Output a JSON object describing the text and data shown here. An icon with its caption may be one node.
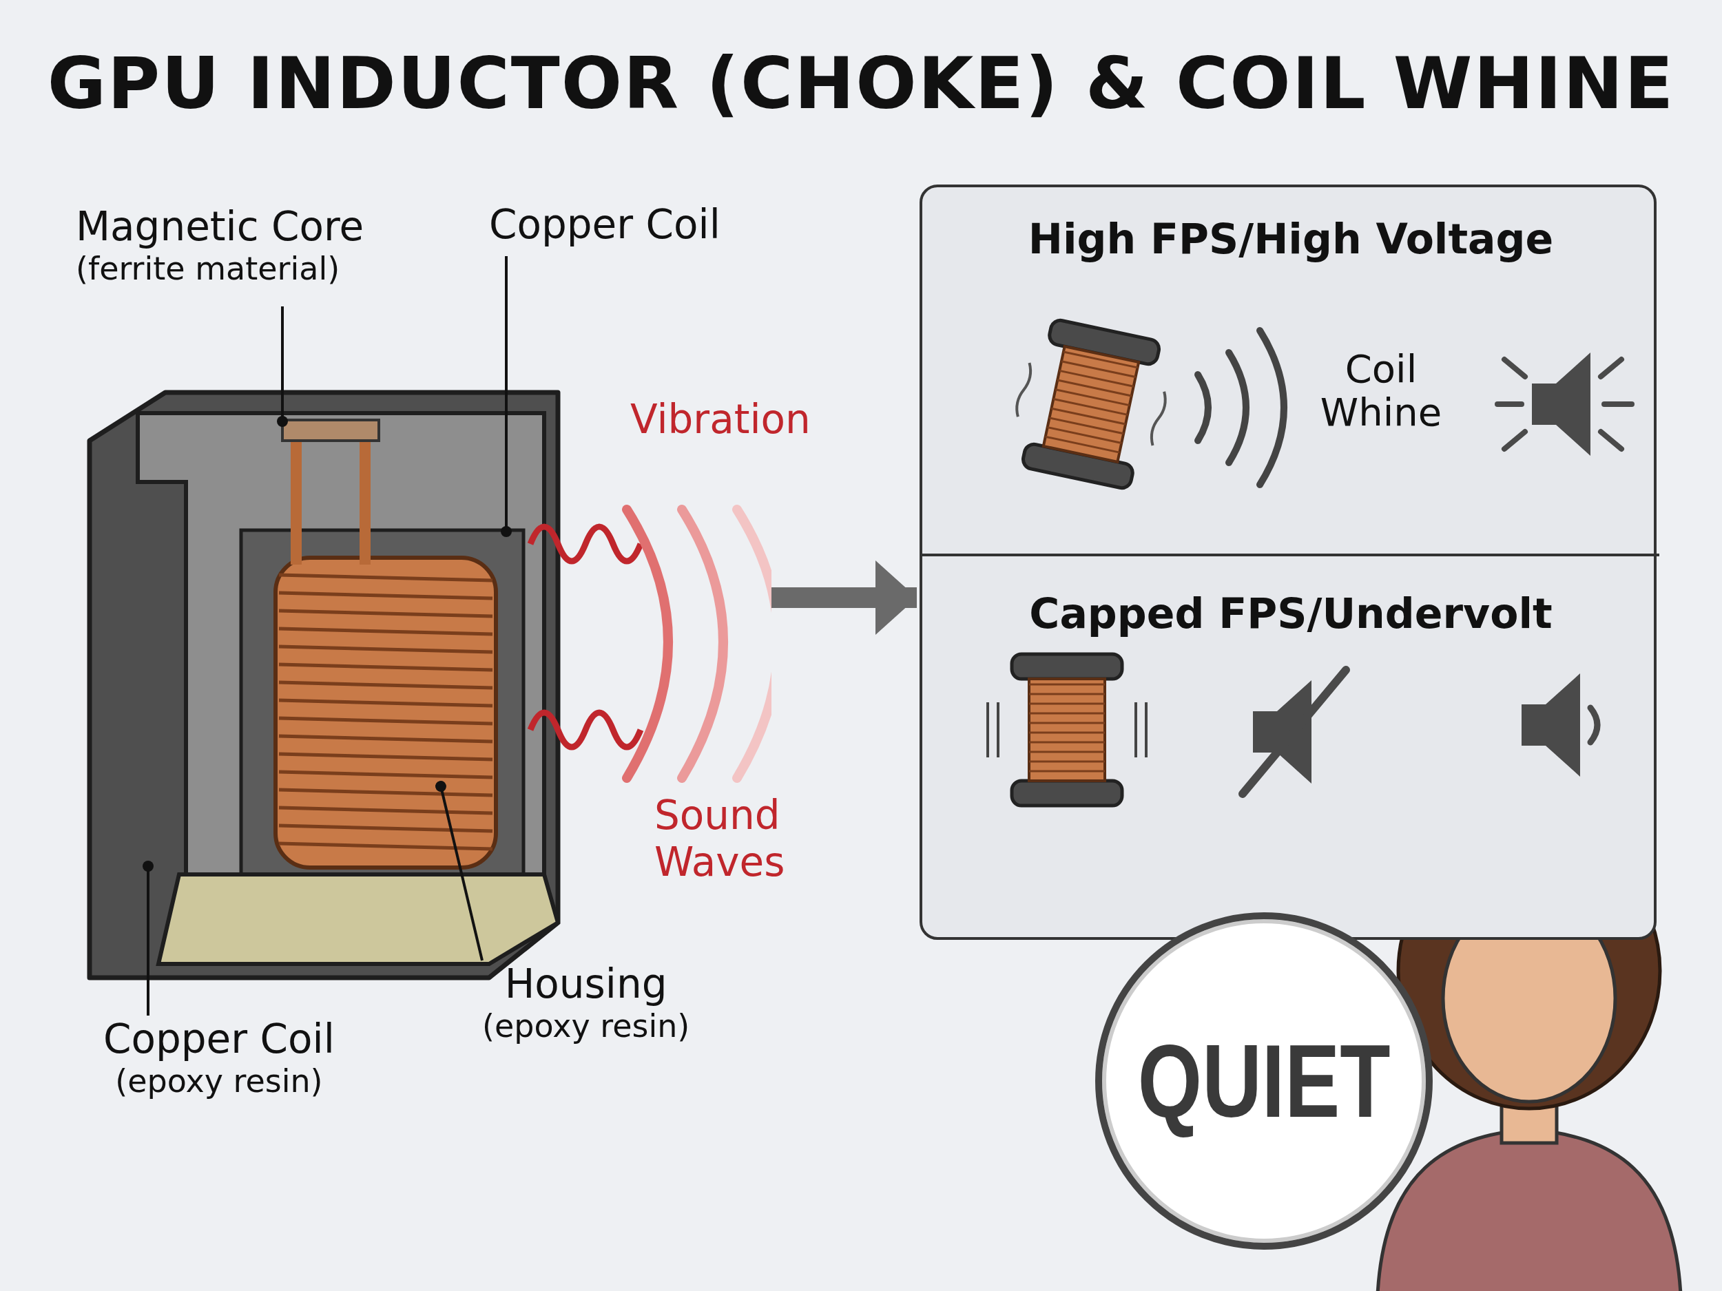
{
  "diagram": {
    "title": "GPU INDUCTOR (CHOKE) & COIL WHINE",
    "nodes": [
      {
        "text": [
          "Magnetic Core",
          "(ferrite material)"
        ]
      },
      {
        "text": [
          "Copper Coil"
        ]
      },
      {
        "text": [
          "Housing",
          "(epoxy resin)"
        ]
      },
      {
        "text": [
          "Copper Coil",
          "(epoxy resin)"
        ]
      },
      {
        "text": [],
        "shape": "picture"
      },
      {
        "text": [],
        "shape": "box"
      },
      {
        "text": [
          "High FPS/High Voltage"
        ],
        "in": 5
      },
      {
        "text": [
          "Capped FPS/Undervolt"
        ],
        "in": 5
      },
      {
        "text": [
          "QUIET"
        ]
      }
    ],
    "edges": [
      {
        "from": 0,
        "to": 4,
        "arrow": "other"
      },
      {
        "from": 1,
        "to": 4,
        "arrow": "other"
      },
      {
        "from": 2,
        "to": 4,
        "arrow": "other"
      },
      {
        "from": 3,
        "to": 4,
        "arrow": "other"
      },
      {
        "from": 4,
        "to": 5,
        "arrow": "to",
        "style": "thick"
      }
    ],
    "labels": [
      "Vibration",
      "Coil Whine",
      "Sound Waves"
    ]
  }
}
